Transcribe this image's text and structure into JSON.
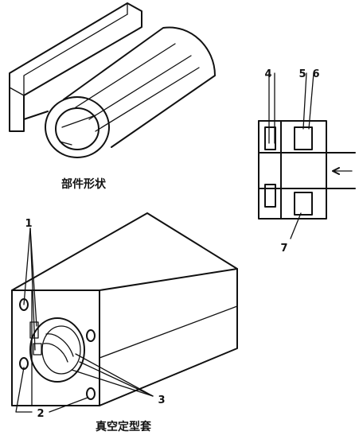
{
  "captions": {
    "part_shape": "部件形状",
    "vacuum_sizing_sleeve": "真空定型套"
  },
  "callouts": {
    "n1": "1",
    "n2": "2",
    "n3": "3",
    "n4": "4",
    "n5": "5",
    "n6": "6",
    "n7": "7"
  }
}
